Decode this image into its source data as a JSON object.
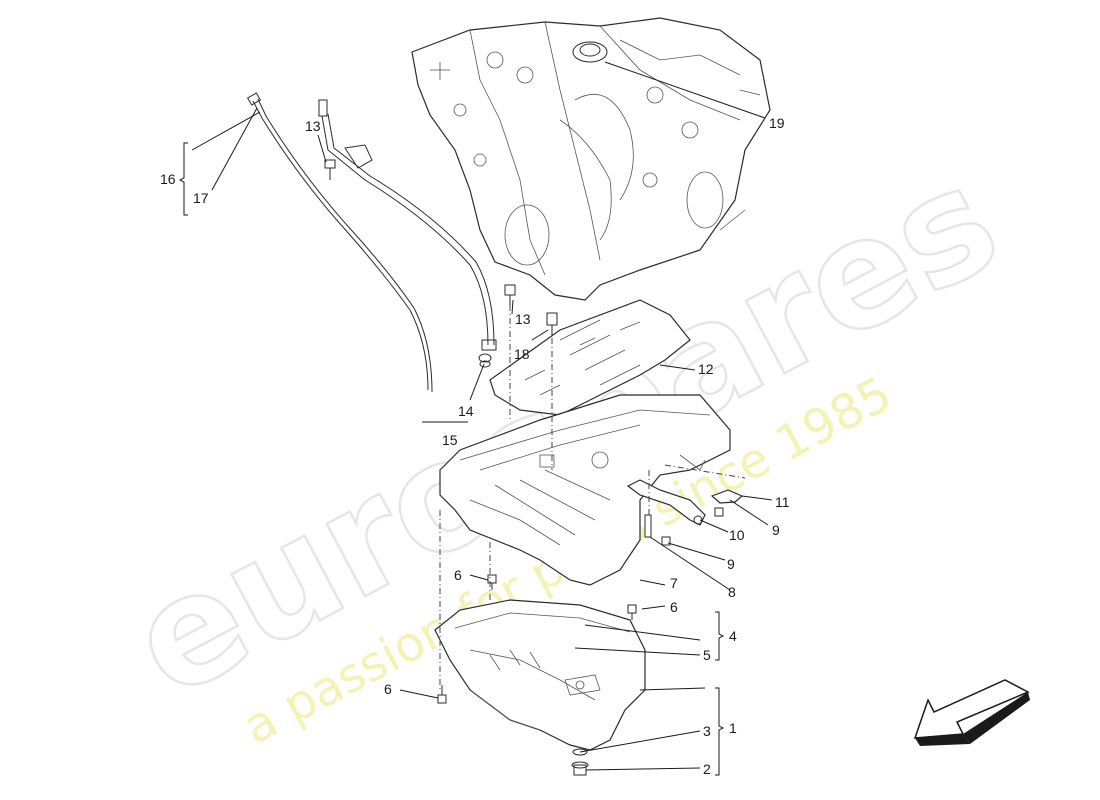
{
  "watermark": {
    "brand": "eurospares",
    "tagline": "a passion for parts since 1985"
  },
  "callouts": {
    "c1": "1",
    "c2": "2",
    "c3": "3",
    "c4": "4",
    "c5": "5",
    "c6a": "6",
    "c6b": "6",
    "c6c": "6",
    "c7": "7",
    "c8": "8",
    "c9a": "9",
    "c9b": "9",
    "c10": "10",
    "c11": "11",
    "c12": "12",
    "c13a": "13",
    "c13b": "13",
    "c14": "14",
    "c15": "15",
    "c16": "16",
    "c17": "17",
    "c18": "18",
    "c19": "19"
  },
  "icons": {
    "direction": "direction-arrow-icon"
  }
}
